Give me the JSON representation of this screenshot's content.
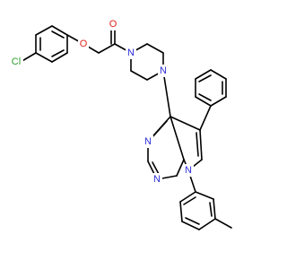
{
  "molecule": {
    "colors": {
      "bond": "#000000",
      "N": "#2b2bd9",
      "O": "#e0241b",
      "Cl": "#2e9e2e"
    },
    "atom_labels": {
      "cl": "Cl",
      "o_ether": "O",
      "o_carbonyl": "O",
      "n_pip_top": "N",
      "n_pip_bottom": "N",
      "n_pyr_left": "N",
      "n_pyr_bottom": "N",
      "n_pyrrole": "N"
    }
  }
}
